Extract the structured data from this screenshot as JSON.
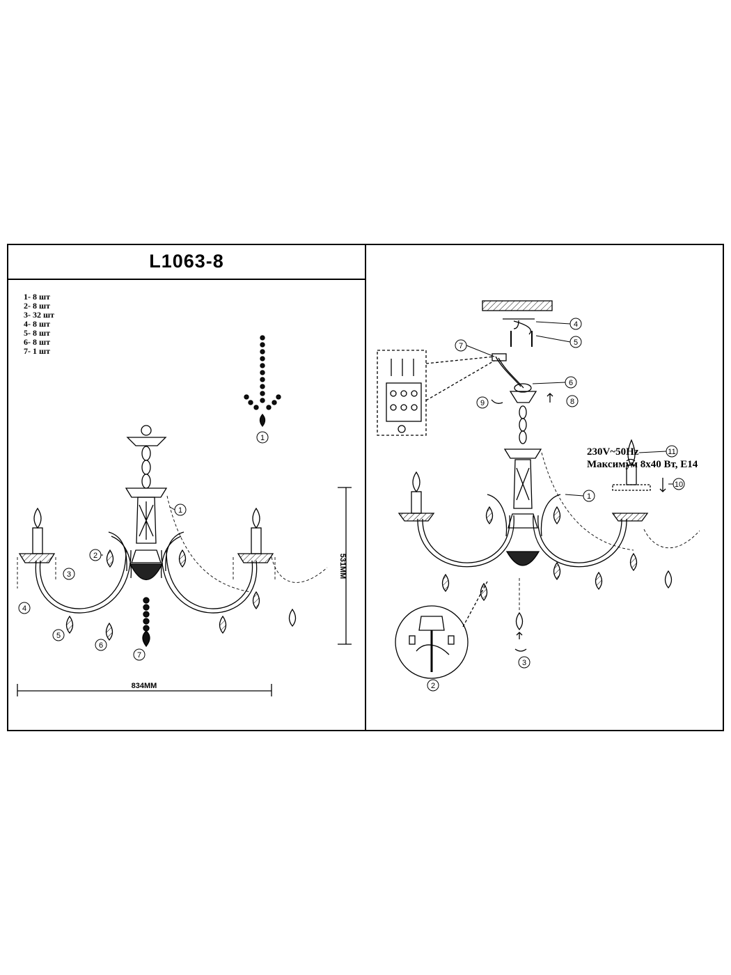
{
  "title": "L1063-8",
  "parts": [
    {
      "num": "1-",
      "qty": "8 шт"
    },
    {
      "num": "2-",
      "qty": "8 шт"
    },
    {
      "num": "3-",
      "qty": "32 шт"
    },
    {
      "num": "4-",
      "qty": "8 шт"
    },
    {
      "num": "5-",
      "qty": "8 шт"
    },
    {
      "num": "6-",
      "qty": "8 шт"
    },
    {
      "num": "7-",
      "qty": "1 шт"
    }
  ],
  "left_callouts": [
    "1",
    "2",
    "3",
    "4",
    "5",
    "6",
    "7"
  ],
  "hanger_callout": "1",
  "dimensions": {
    "width": "834MM",
    "height": "531MM"
  },
  "right_callouts": [
    "1",
    "2",
    "3",
    "4",
    "5",
    "6",
    "7",
    "8",
    "9",
    "10",
    "11"
  ],
  "specs": {
    "voltage": "230V~50Hz",
    "power": "Максимум 8x40 Вт, E14"
  }
}
